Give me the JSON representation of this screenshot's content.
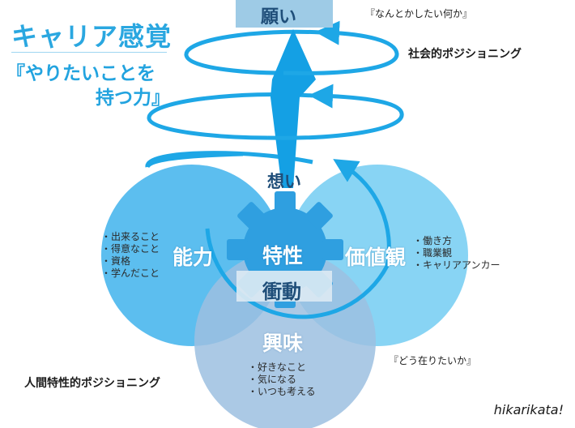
{
  "title": {
    "main": "キャリア感覚",
    "sub_line1": "『やりたいことを",
    "sub_line2": "持つ力』"
  },
  "top": {
    "box_label": "願い",
    "note": "『なんとかしたい何か』",
    "social_label": "社会的ポジショニング"
  },
  "center": {
    "omoi": "想い",
    "tokusei": "特性",
    "shodo": "衝動"
  },
  "circles": {
    "left": {
      "label": "能力",
      "items": [
        "出来ること",
        "得意なこと",
        "資格",
        "学んだこと"
      ]
    },
    "right": {
      "label": "価値観",
      "items": [
        "働き方",
        "職業観",
        "キャリアアンカー"
      ]
    },
    "bottom": {
      "label": "興味",
      "items": [
        "好きなこと",
        "気になる",
        "いつも考える"
      ]
    }
  },
  "human_label": "人間特性的ポジショニング",
  "bottom_note": "『どう在りたいか』",
  "signature": "hikarikata!",
  "colors": {
    "title_blue": "#2aa7e0",
    "circle_left": "#3fb3ec",
    "circle_right": "#73ccf2",
    "circle_bottom": "#9cbfe0",
    "arrow_blue": "#1ea7e6",
    "gear_blue": "#2f9fe0",
    "navy_text": "#1f4e79"
  }
}
